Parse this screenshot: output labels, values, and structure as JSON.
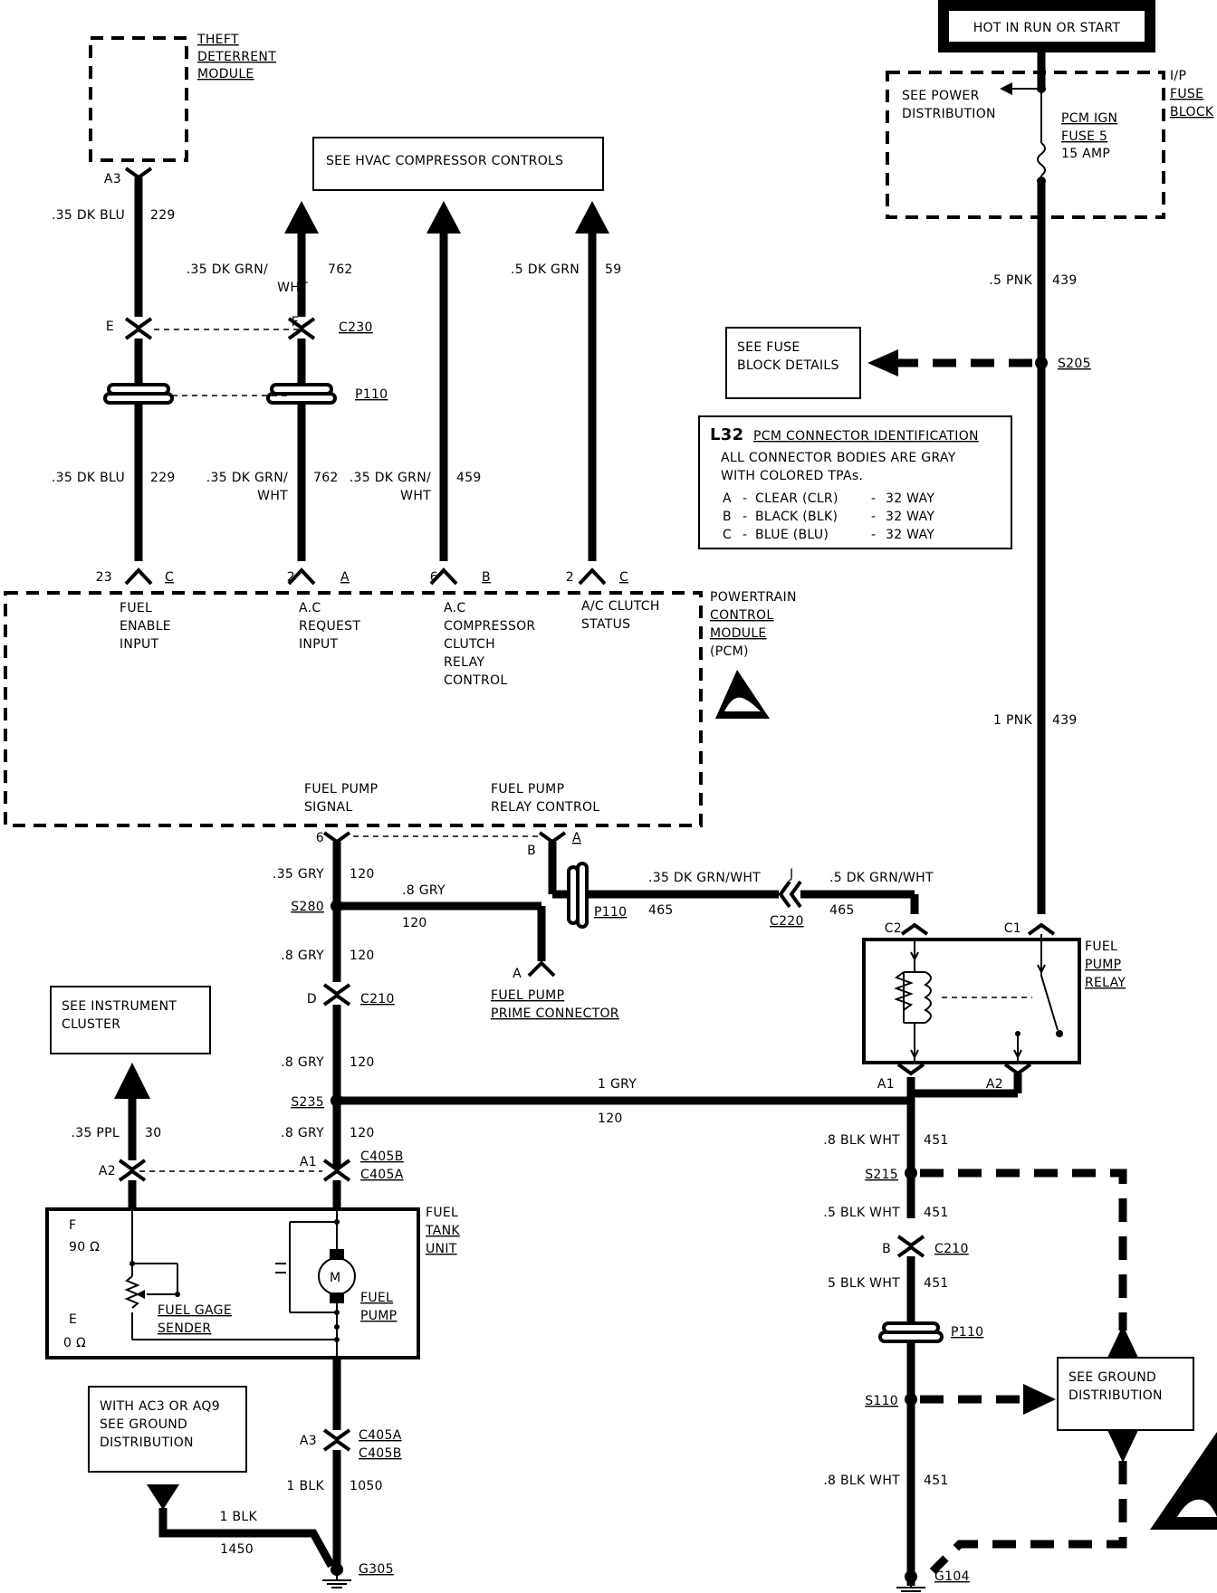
{
  "power": {
    "source": "HOT IN RUN OR START",
    "fuse_block": [
      "I/P",
      "FUSE",
      "BLOCK"
    ],
    "see_power": [
      "SEE POWER",
      "DISTRIBUTION"
    ],
    "fuse": [
      "PCM IGN",
      "FUSE 5",
      "15 AMP"
    ]
  },
  "modules": {
    "theft": [
      "THEFT",
      "DETERRENT",
      "MODULE"
    ],
    "pcm": [
      "POWERTRAIN",
      "CONTROL",
      "MODULE",
      "(PCM)"
    ],
    "fuel_tank_unit": [
      "FUEL",
      "TANK",
      "UNIT"
    ],
    "fuel_pump_relay": [
      "FUEL",
      "PUMP",
      "RELAY"
    ],
    "fuel_gage_sender": [
      "FUEL GAGE",
      "SENDER"
    ],
    "fuel_pump": [
      "FUEL",
      "PUMP"
    ],
    "motor_symbol": "M",
    "sender_f": [
      "F",
      "90 Ω"
    ],
    "sender_e": [
      "E",
      "0 Ω"
    ]
  },
  "boxes": {
    "hvac": "SEE HVAC COMPRESSOR CONTROLS",
    "fuse_block_details": [
      "SEE FUSE",
      "BLOCK DETAILS"
    ],
    "instrument_cluster": [
      "SEE INSTRUMENT",
      "CLUSTER"
    ],
    "ground_distribution": [
      "SEE GROUND",
      "DISTRIBUTION"
    ],
    "with_ac3": [
      "WITH AC3 OR AQ9",
      "SEE GROUND",
      "DISTRIBUTION"
    ]
  },
  "connector_id": {
    "code": "L32",
    "title": "PCM CONNECTOR IDENTIFICATION",
    "note": [
      "ALL CONNECTOR BODIES ARE GRAY",
      "WITH COLORED TPAs."
    ],
    "rows": [
      {
        "letter": "A",
        "name": "CLEAR (CLR)",
        "ways": "32 WAY"
      },
      {
        "letter": "B",
        "name": "BLACK (BLK)",
        "ways": "32 WAY"
      },
      {
        "letter": "C",
        "name": "BLUE (BLU)",
        "ways": "32 WAY"
      }
    ]
  },
  "pcm_inputs": {
    "fuel_enable": [
      "FUEL",
      "ENABLE",
      "INPUT"
    ],
    "ac_request": [
      "A.C",
      "REQUEST",
      "INPUT"
    ],
    "ac_compressor": [
      "A.C",
      "COMPRESSOR",
      "CLUTCH",
      "RELAY",
      "CONTROL"
    ],
    "ac_clutch_status": [
      "A/C CLUTCH",
      "STATUS"
    ],
    "fuel_pump_signal": [
      "FUEL PUMP",
      "SIGNAL"
    ],
    "fuel_pump_relay_control": [
      "FUEL PUMP",
      "RELAY CONTROL"
    ],
    "fuel_pump_prime": [
      "FUEL PUMP",
      "PRIME CONNECTOR"
    ]
  },
  "pins": {
    "a3": "A3",
    "e": "E",
    "f": "F",
    "p23": "23",
    "c1": "C",
    "p2a": "2",
    "a": "A",
    "p6": "6",
    "b": "B",
    "p2c": "2",
    "c2": "C",
    "p6b": "6",
    "b8": "B",
    "a8": "A",
    "j": "J",
    "c2r": "C2",
    "c1r": "C1",
    "a1r": "A1",
    "a2r": "A2",
    "d": "D",
    "a2": "A2",
    "a1": "A1",
    "primea": "A",
    "b210": "B",
    "a3b": "A3"
  },
  "connectors": {
    "c230": "C230",
    "p110": "P110",
    "c220": "C220",
    "c210": "C210",
    "c405b": "C405B",
    "c405a": "C405A",
    "c405a2": "C405A",
    "c405b2": "C405B",
    "c210b": "C210",
    "p110b": "P110"
  },
  "splices": {
    "s205": "S205",
    "s280": "S280",
    "s235": "S235",
    "s215": "S215",
    "s110": "S110"
  },
  "grounds": {
    "g305": "G305",
    "g104": "G104"
  },
  "wires": {
    "w229a": {
      "color": ".35 DK BLU",
      "circuit": "229"
    },
    "w762a": {
      "color": [
        ".35 DK GRN/",
        "WHT"
      ],
      "circuit": "762"
    },
    "w59": {
      "color": ".5 DK GRN",
      "circuit": "59"
    },
    "w229b": {
      "color": ".35 DK BLU",
      "circuit": "229"
    },
    "w762b": {
      "color": [
        ".35 DK GRN/",
        "WHT"
      ],
      "circuit": "762"
    },
    "w459": {
      "color": [
        ".35 DK GRN/",
        "WHT"
      ],
      "circuit": "459"
    },
    "w439a": {
      "color": ".5 PNK",
      "circuit": "439"
    },
    "w439b": {
      "color": "1 PNK",
      "circuit": "439"
    },
    "w120a": {
      "color": ".35 GRY",
      "circuit": "120"
    },
    "w120b": {
      "color": ".8 GRY",
      "circuit": "120"
    },
    "w120c": {
      "color": ".8 GRY",
      "circuit": "120"
    },
    "w120d": {
      "color": ".8 GRY",
      "circuit": "120"
    },
    "w120e": {
      "color": ".8 GRY",
      "circuit": "120"
    },
    "w120f": {
      "color": "1 GRY",
      "circuit": "120"
    },
    "w465a": {
      "color": ".35 DK GRN/WHT",
      "circuit": "465"
    },
    "w465b": {
      "color": ".5 DK GRN/WHT",
      "circuit": "465"
    },
    "w30": {
      "color": ".35 PPL",
      "circuit": "30"
    },
    "w1050": {
      "color": "1 BLK",
      "circuit": "1050"
    },
    "w1450": {
      "color": "1 BLK",
      "circuit": "1450"
    },
    "w451a": {
      "color": ".8 BLK WHT",
      "circuit": "451"
    },
    "w451b": {
      "color": ".5 BLK WHT",
      "circuit": "451"
    },
    "w451c": {
      "color": "5 BLK WHT",
      "circuit": "451"
    },
    "w451d": {
      "color": ".8 BLK WHT",
      "circuit": "451"
    }
  }
}
